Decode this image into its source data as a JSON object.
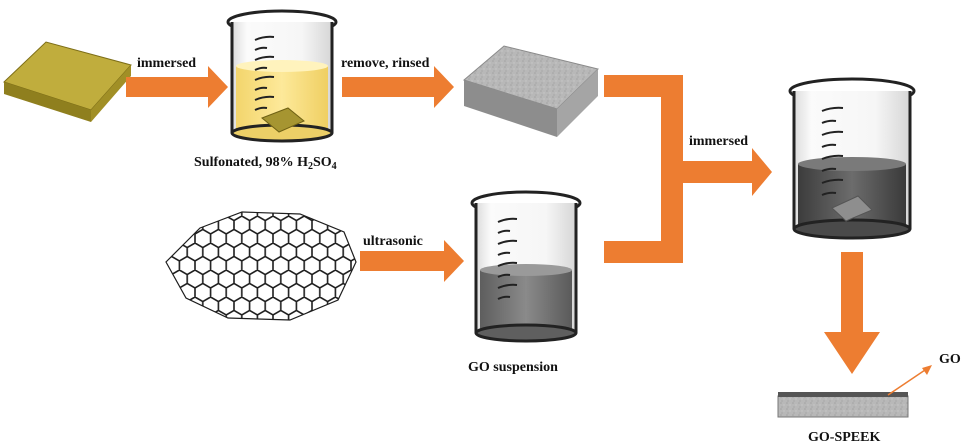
{
  "labels": {
    "immersed_1": "immersed",
    "remove_rinsed": "remove, rinsed",
    "sulfonated_prefix": "Sulfonated, 98% H",
    "sulfonated_sub2": "2",
    "sulfonated_mid": "SO",
    "sulfonated_sub4": "4",
    "immersed_2": "immersed",
    "ultrasonic": "ultrasonic",
    "go_suspension": "GO suspension",
    "go": "GO",
    "go_speek": "GO-SPEEK"
  },
  "colors": {
    "arrow": "#ed7d31",
    "peek_sheet": "#b5a233",
    "acid_liquid": "#fbe38a",
    "speek_sheet": "#b4b4b4",
    "go_liquid": "#777777",
    "beaker_glass": "#f4f4f4"
  }
}
